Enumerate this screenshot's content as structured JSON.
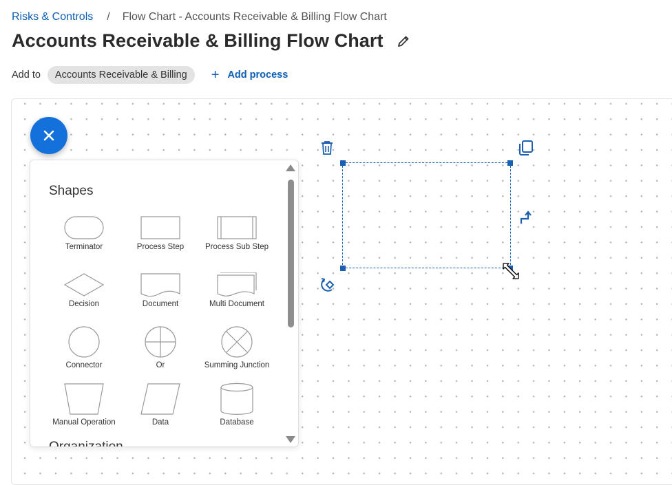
{
  "breadcrumb": {
    "parent": "Risks & Controls",
    "separator": "/",
    "current": "Flow Chart - Accounts Receivable & Billing Flow Chart"
  },
  "page": {
    "title": "Accounts Receivable & Billing Flow Chart",
    "edit_icon": "pencil-icon"
  },
  "add_to": {
    "label": "Add to",
    "chip": "Accounts Receivable & Billing",
    "add_process_plus": "+",
    "add_process_label": "Add process"
  },
  "shapes_panel": {
    "title": "Shapes",
    "next_section": "Organization",
    "items": [
      {
        "label": "Terminator"
      },
      {
        "label": "Process Step"
      },
      {
        "label": "Process Sub Step"
      },
      {
        "label": "Decision"
      },
      {
        "label": "Document"
      },
      {
        "label": "Multi Document"
      },
      {
        "label": "Connector"
      },
      {
        "label": "Or"
      },
      {
        "label": "Summing Junction"
      },
      {
        "label": "Manual Operation"
      },
      {
        "label": "Data"
      },
      {
        "label": "Database"
      }
    ]
  },
  "selection_tools": {
    "delete": "trash-icon",
    "duplicate": "copy-icon",
    "connect": "connector-arrow-icon",
    "rotate": "rotate-icon",
    "resize": "resize-icon"
  },
  "colors": {
    "accent": "#1471dc",
    "link": "#0a5eb5",
    "selection": "#1a5fb0",
    "chip_bg": "#e3e3e3"
  }
}
